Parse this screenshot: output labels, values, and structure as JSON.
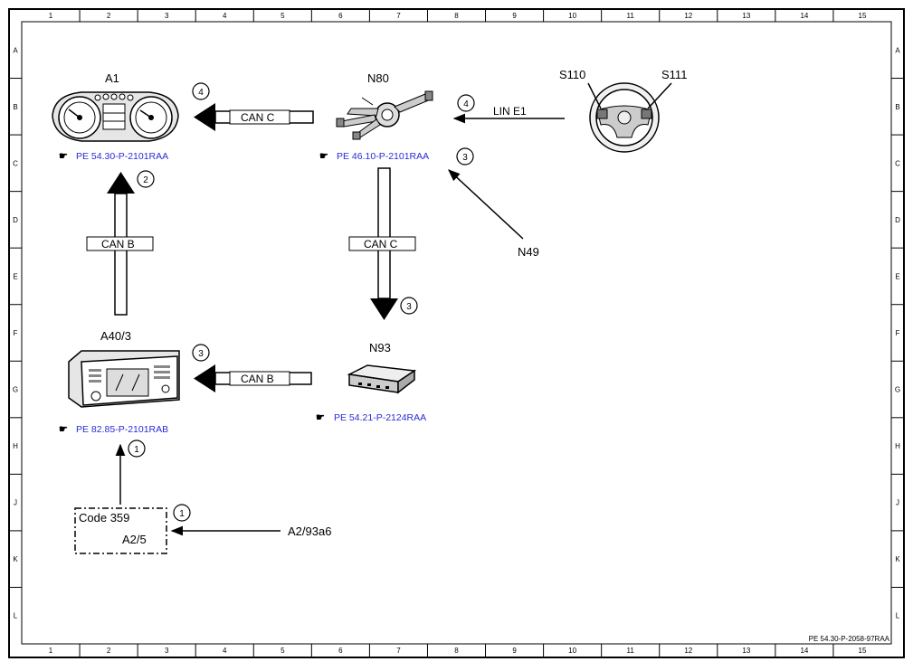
{
  "frame": {
    "columns": [
      "1",
      "2",
      "3",
      "4",
      "5",
      "6",
      "7",
      "8",
      "9",
      "10",
      "11",
      "12",
      "13",
      "14",
      "15"
    ],
    "rows": [
      "A",
      "B",
      "C",
      "D",
      "E",
      "F",
      "G",
      "H",
      "J",
      "K",
      "L"
    ],
    "doc_id": "PE 54.30-P-2058-97RAA"
  },
  "components": {
    "a1": {
      "label": "A1",
      "ref": "PE 54.30-P-2101RAA"
    },
    "n80": {
      "label": "N80",
      "ref": "PE 46.10-P-2101RAA"
    },
    "s110": {
      "label": "S110"
    },
    "s111": {
      "label": "S111"
    },
    "a40": {
      "label": "A40/3",
      "ref": "PE 82.85-P-2101RAB"
    },
    "n93": {
      "label": "N93",
      "ref": "PE 54.21-P-2124RAA"
    },
    "n49": {
      "label": "N49"
    },
    "a2_93": {
      "label": "A2/93a6"
    },
    "a2_5": {
      "code": "Code 359",
      "label": "A2/5"
    }
  },
  "buses": {
    "n80_a1": "CAN C",
    "sw_n80": "LIN E1",
    "a40_a1": "CAN B",
    "n80_n93": "CAN C",
    "n93_a40": "CAN B"
  },
  "steps": {
    "s_a1": "4",
    "s_lin": "4",
    "s_n49": "3",
    "s_a1b": "2",
    "s_n93": "3",
    "s_a40": "3",
    "s_a40b": "1",
    "s_a25": "1"
  }
}
